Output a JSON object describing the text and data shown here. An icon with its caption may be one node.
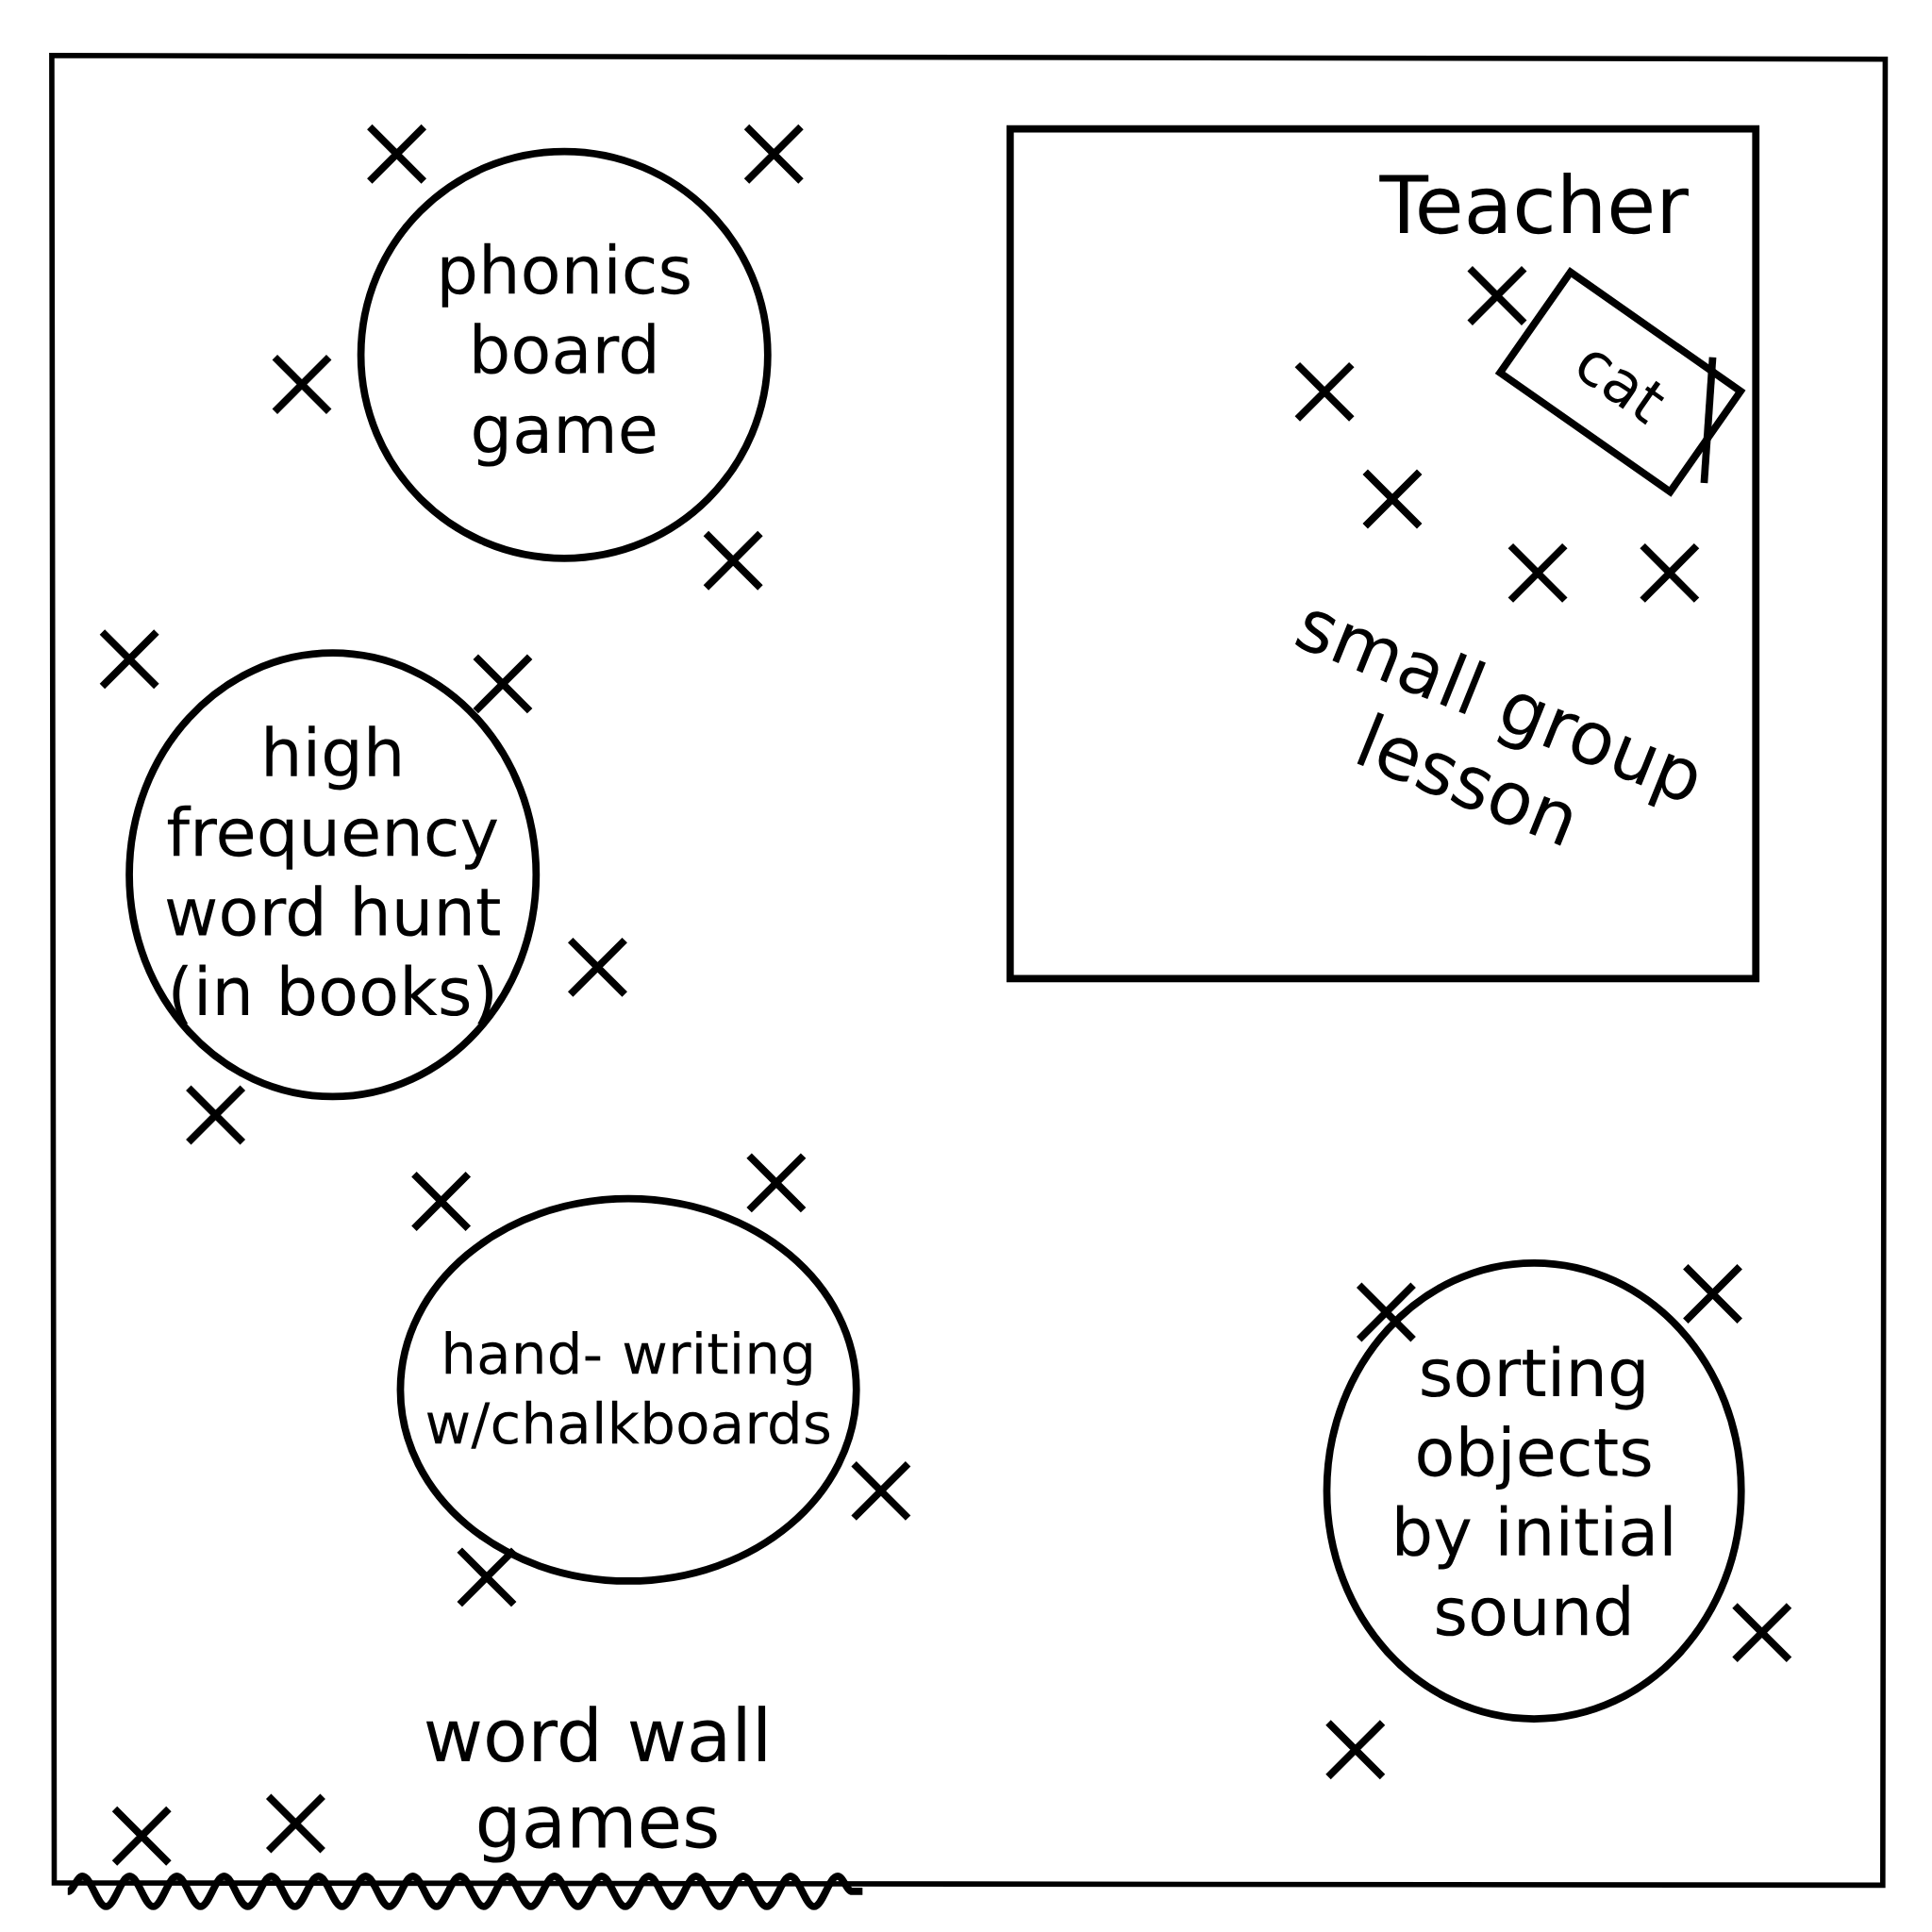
{
  "diagram": {
    "nodes": [
      {
        "text": [
          "phonics board game"
        ]
      },
      {
        "text": [
          "high frequency word hunt (in books)"
        ]
      },
      {
        "text": [
          "hand- writing w/chalkboards"
        ]
      },
      {
        "text": [
          "sorting objects by initial sound"
        ]
      },
      {
        "text": [
          "Teacher",
          "small group lesson"
        ]
      },
      {
        "text": [
          "cat"
        ],
        "in": 4
      }
    ],
    "edges": [],
    "labels": [
      "word wall games"
    ]
  }
}
